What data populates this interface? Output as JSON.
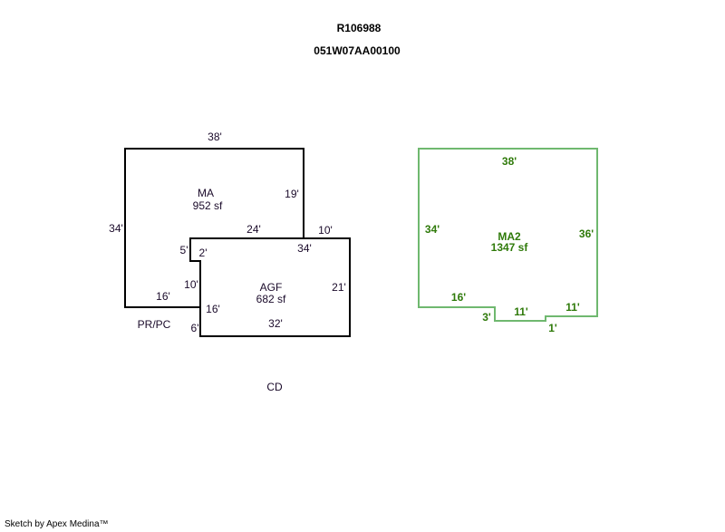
{
  "header": {
    "title": "R106988",
    "subtitle": "051W07AA00100"
  },
  "areas": {
    "ma": {
      "label": "MA",
      "size": "952 sf",
      "dims": [
        "38'",
        "34'",
        "19'",
        "24'",
        "16'",
        "10'",
        "5'"
      ]
    },
    "agf": {
      "label": "AGF",
      "size": "682 sf",
      "dims": [
        "10'",
        "34'",
        "2'",
        "21'",
        "16'",
        "32'",
        "6'"
      ]
    },
    "ma2": {
      "label": "MA2",
      "size": "1347 sf",
      "dims": [
        "38'",
        "34'",
        "36'",
        "16'",
        "3'",
        "11'",
        "1'",
        "11'"
      ]
    }
  },
  "labels": {
    "prpc": "PR/PC",
    "cd": "CD"
  },
  "credit": "Sketch by Apex Medina™",
  "colors": {
    "outline": "#000000",
    "ma2_outline": "#6fb86f",
    "ma2_text": "#2f7a0a"
  }
}
